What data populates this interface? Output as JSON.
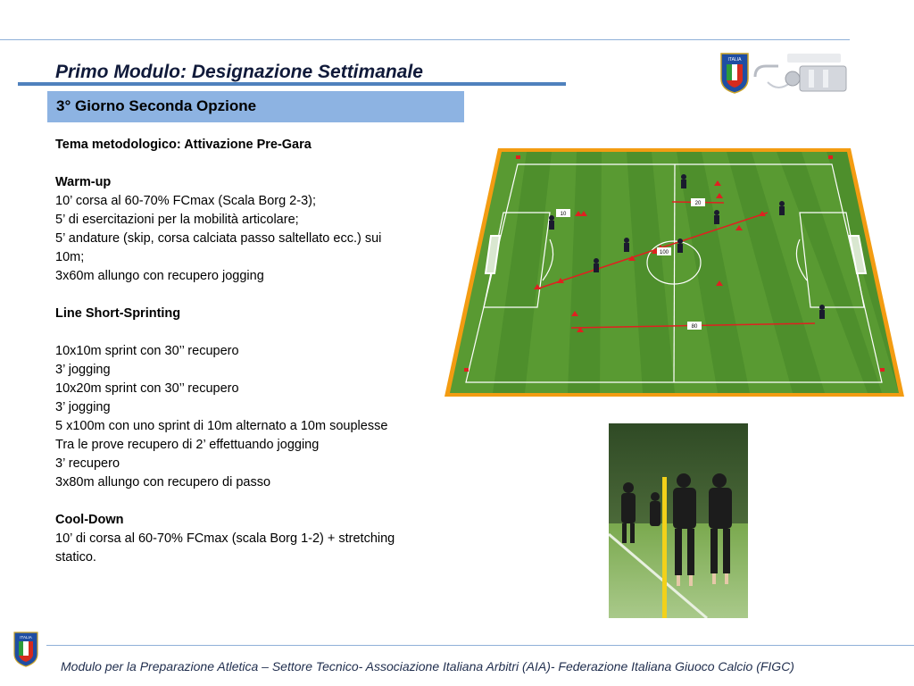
{
  "header": {
    "title": "Primo Modulo: Designazione Settimanale",
    "subtitle": "3° Giorno Seconda Opzione",
    "logo_text": "ITALIA"
  },
  "content": {
    "theme": "Tema metodologico: Attivazione Pre-Gara",
    "warmup": {
      "heading": "Warm-up",
      "lines": [
        "10’ corsa al 60-70% FCmax (Scala Borg 2-3);",
        "5’   di esercitazioni per la mobilità articolare;",
        "5’ andature (skip, corsa calciata passo saltellato ecc.) sui",
        "10m;",
        "3x60m allungo con recupero jogging"
      ]
    },
    "sprinting": {
      "heading": "Line Short-Sprinting",
      "lines": [
        "10x10m sprint con 30’’ recupero",
        "3’ jogging",
        "10x20m sprint con 30’’ recupero",
        "3’ jogging",
        "5 x100m con uno sprint di 10m alternato a 10m souplesse",
        "Tra le prove recupero di 2’ effettuando jogging",
        "3’ recupero",
        "3x80m allungo con recupero di passo"
      ]
    },
    "cooldown": {
      "heading": "Cool-Down",
      "lines": [
        "10’ di corsa al 60-70% FCmax (scala Borg 1-2) + stretching",
        "statico."
      ]
    }
  },
  "diagram": {
    "labels": [
      "10",
      "20",
      "100",
      "80"
    ]
  },
  "footer": {
    "text": "Modulo per la Preparazione Atletica – Settore Tecnico- Associazione Italiana Arbitri (AIA)- Federazione Italiana Giuoco Calcio (FIGC)",
    "logo_text": "ITALIA"
  },
  "colors": {
    "accent": "#4f81bd",
    "subtitle_bg": "#8db3e2",
    "pitch_border": "#f39c12",
    "grass": "#4e8f2c",
    "marker": "#e02020"
  }
}
